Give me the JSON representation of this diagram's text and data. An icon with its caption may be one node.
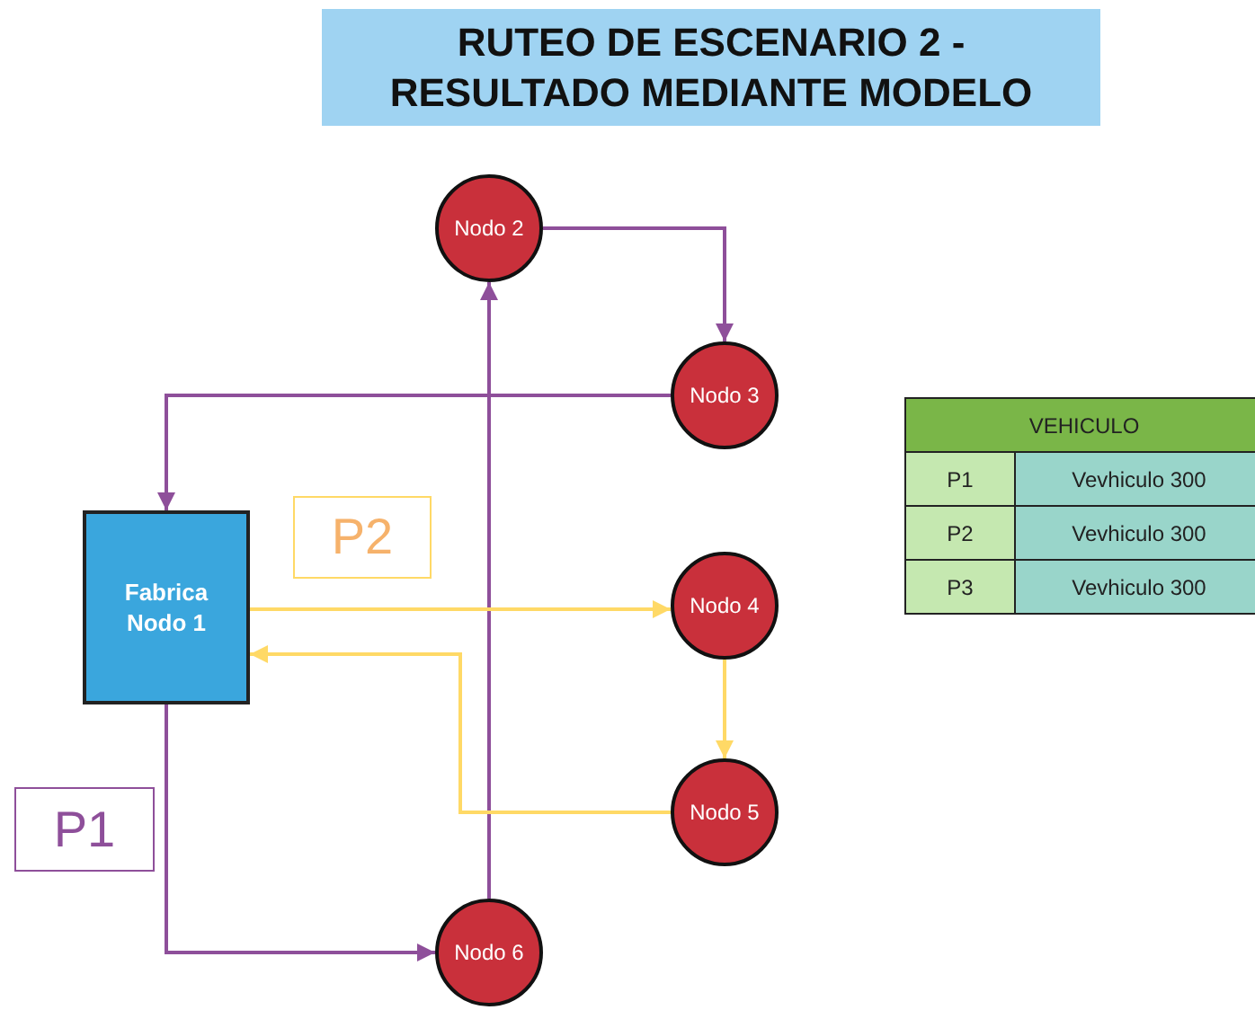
{
  "diagram": {
    "title": "RUTEO DE ESCENARIO 2 - RESULTADO MEDIANTE MODELO",
    "nodes": [
      {
        "text": [
          "Fabrica Nodo 1"
        ]
      },
      {
        "text": [
          "Nodo 2"
        ]
      },
      {
        "text": [
          "Nodo 3"
        ]
      },
      {
        "text": [
          "Nodo 4"
        ]
      },
      {
        "text": [
          "Nodo 5"
        ]
      },
      {
        "text": [
          "Nodo 6"
        ]
      },
      {
        "text": [
          "P2"
        ]
      },
      {
        "text": [
          "P1"
        ]
      }
    ],
    "edges": [
      {
        "from": 0,
        "to": 5,
        "arrow": "to"
      },
      {
        "from": 5,
        "to": 1,
        "arrow": "to"
      },
      {
        "from": 1,
        "to": 2,
        "arrow": "to"
      },
      {
        "from": 2,
        "to": 0,
        "arrow": "to"
      },
      {
        "from": 0,
        "to": 3,
        "arrow": "to",
        "color": "#ffd966"
      },
      {
        "from": 3,
        "to": 4,
        "arrow": "to",
        "color": "#ffd966"
      },
      {
        "from": 4,
        "to": 0,
        "arrow": "to",
        "color": "#ffd966"
      }
    ],
    "labels": [
      "VEHICULO",
      "P1",
      "Vevhiculo 300",
      "P2",
      "Vevhiculo 300",
      "P3",
      "Vevhiculo 300"
    ]
  }
}
